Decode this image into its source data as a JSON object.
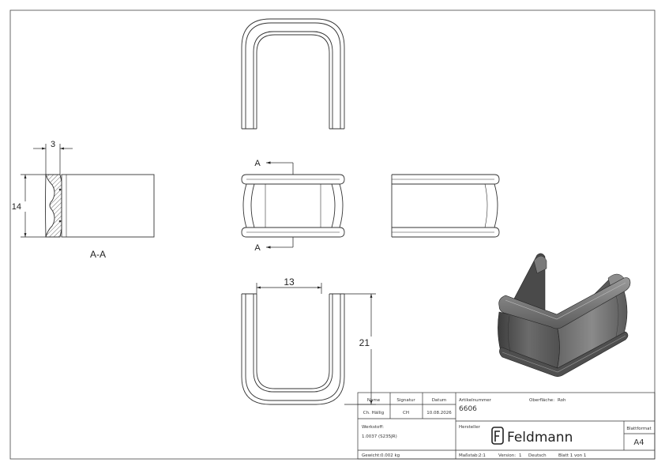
{
  "views": {
    "section_label": "A-A",
    "section_marker": "A"
  },
  "dimensions": {
    "section_width": "3",
    "section_height": "14",
    "inner_width": "13",
    "height": "21"
  },
  "title_block": {
    "name_label": "Name",
    "signature_label": "Signatur",
    "date_label": "Datum",
    "name_value": "Ch. Hällig",
    "signature_value": "CH",
    "date_value": "10.08.2026",
    "article_label": "Artikelnummer",
    "article_value": "6606",
    "surface_label": "Oberfläche:",
    "surface_value": "Roh",
    "material_label": "Werkstoff:",
    "material_value": "1.0037 (S235JR)",
    "manufacturer_label": "Hersteller",
    "company_name": "Feldmann",
    "format_label": "Blattformat",
    "format_value": "A4",
    "weight_label": "Gewicht:",
    "weight_value": "0.002 kg",
    "scale_label": "Maßstab:",
    "scale_value": "2:1",
    "version_label": "Version:",
    "version_value": "1",
    "language_value": "Deutsch",
    "sheet_text": "Blatt 1 von 1"
  }
}
